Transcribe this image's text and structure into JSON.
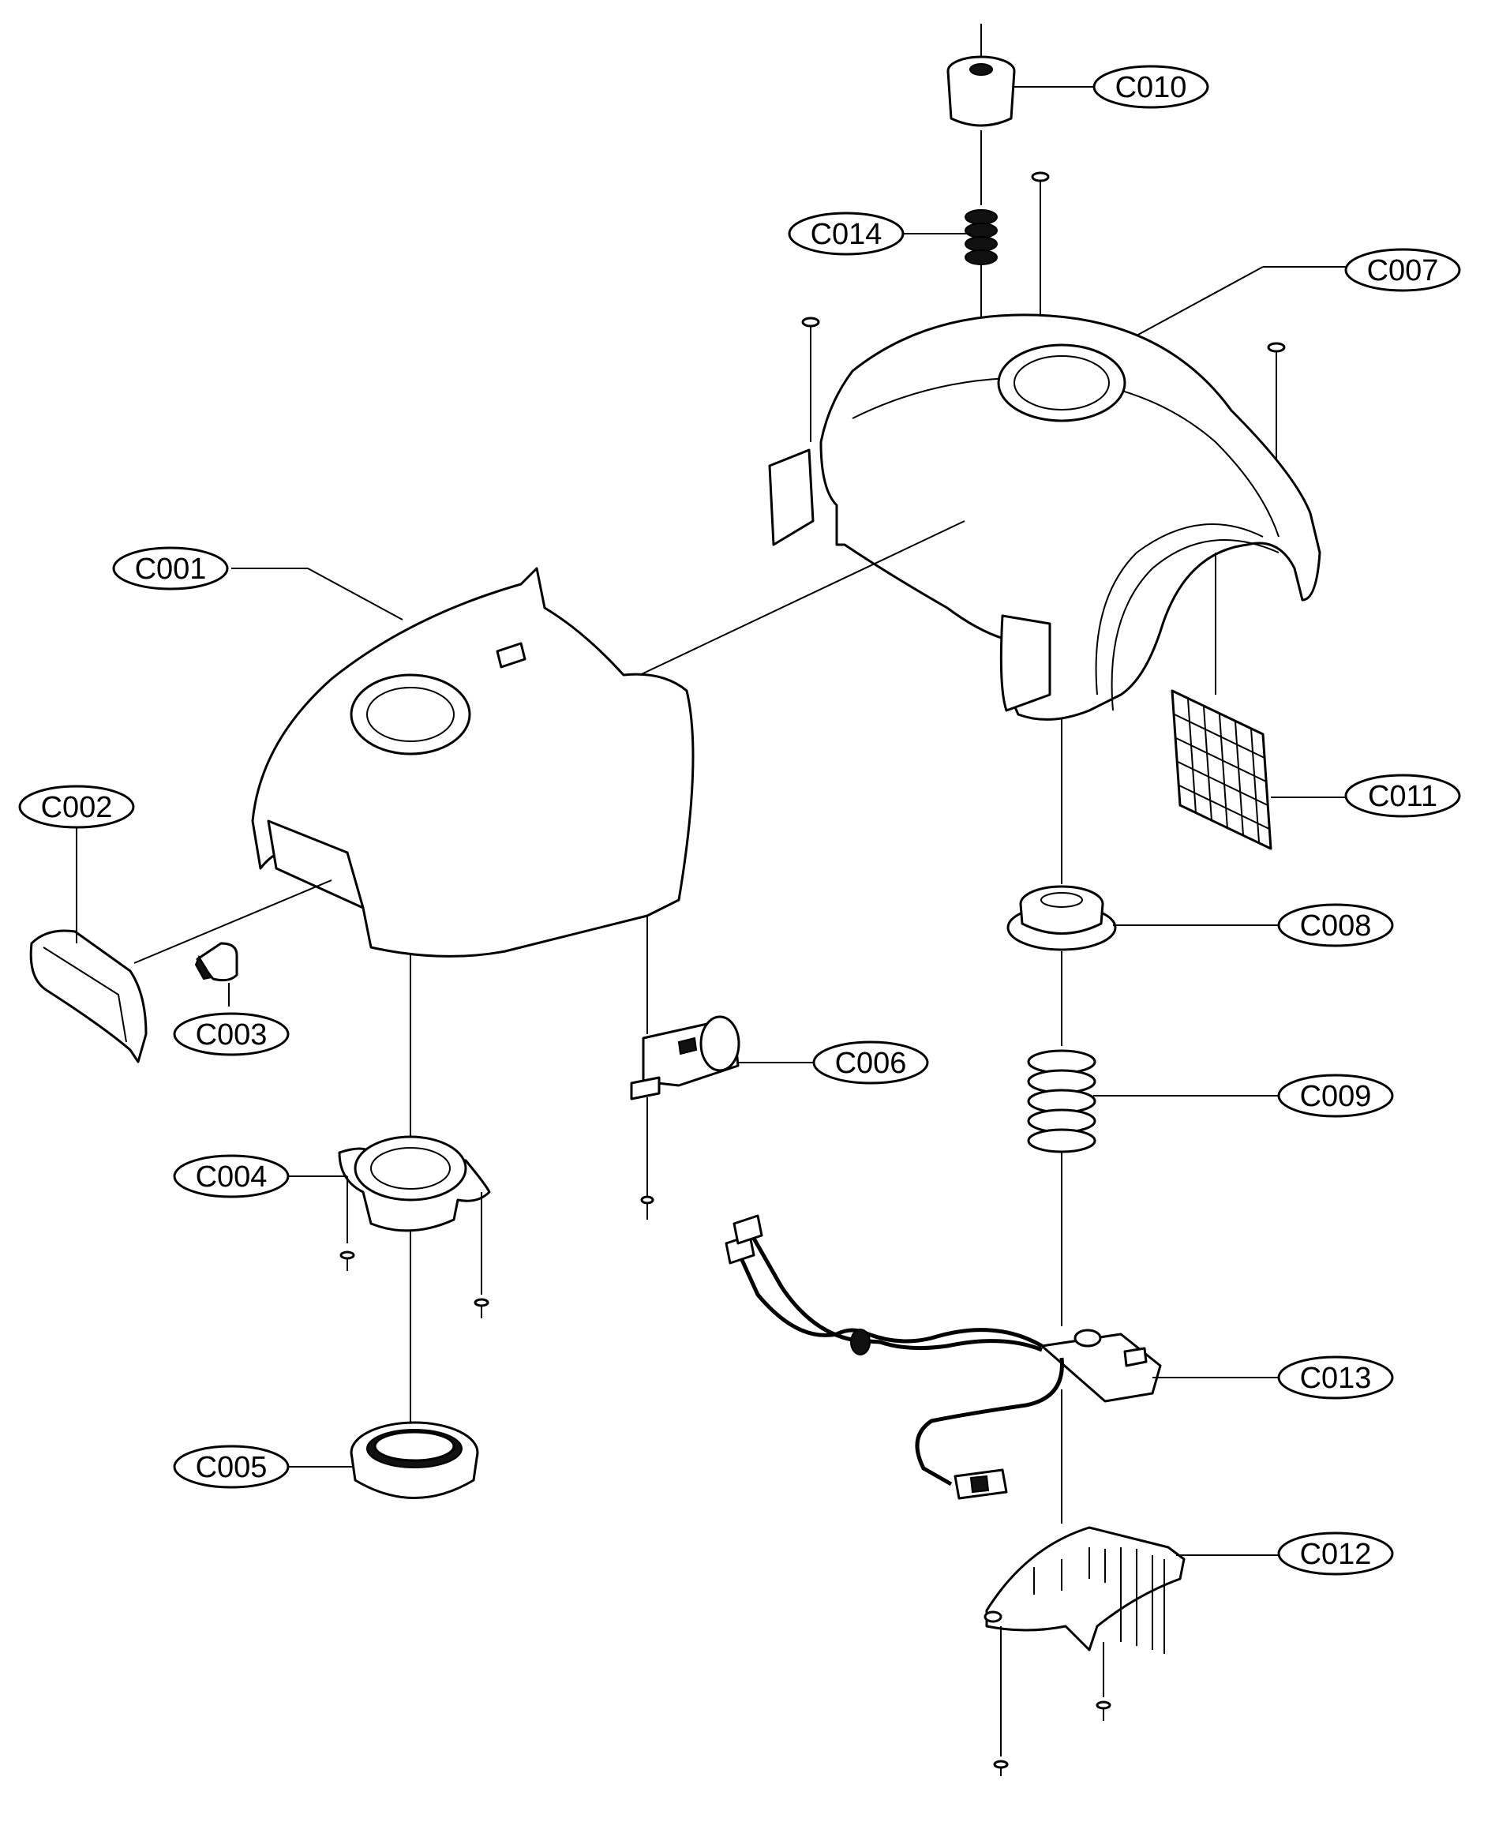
{
  "diagram": {
    "labels": [
      "C001",
      "C002",
      "C003",
      "C004",
      "C005",
      "C006",
      "C007",
      "C008",
      "C009",
      "C010",
      "C011",
      "C012",
      "C013",
      "C014"
    ]
  }
}
